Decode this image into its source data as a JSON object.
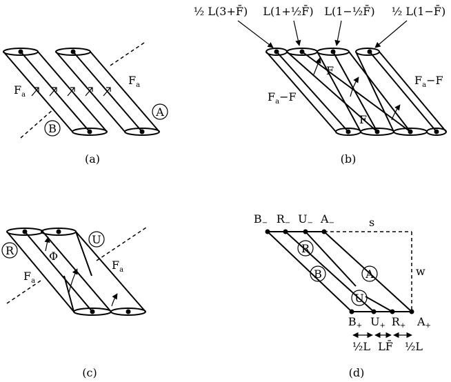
{
  "panels": {
    "a": {
      "caption": "(a)",
      "label_fa_left": "F",
      "label_fa_left_sub": "a",
      "label_fa_right": "F",
      "label_fa_right_sub": "a",
      "circle_a": "A",
      "circle_b": "B"
    },
    "b": {
      "caption": "(b)",
      "top_labels": [
        {
          "text": "½ L(3+F̄)"
        },
        {
          "text": "L(1+½F̄)"
        },
        {
          "text": "L(1−½F̄)"
        },
        {
          "text": "½ L(1−F̄)"
        }
      ],
      "label_f1": "F",
      "label_f2": "F",
      "label_fa_f_left": "F",
      "label_fa_f_left_sub": "a",
      "label_fa_f_left_tail": "−F",
      "label_fa_f_right": "F",
      "label_fa_f_right_sub": "a",
      "label_fa_f_right_tail": "−F"
    },
    "c": {
      "caption": "(c)",
      "circle_r": "R",
      "circle_u": "U",
      "label_phi": "Φ",
      "label_fa_left": "F",
      "label_fa_left_sub": "a",
      "label_fa_right": "F",
      "label_fa_right_sub": "a"
    },
    "d": {
      "caption": "(d)",
      "top_points": [
        {
          "text": "B",
          "sub": "−"
        },
        {
          "text": "R",
          "sub": "−"
        },
        {
          "text": "U",
          "sub": "−"
        },
        {
          "text": "A",
          "sub": "−"
        }
      ],
      "bottom_points": [
        {
          "text": "B",
          "sub": "+"
        },
        {
          "text": "U",
          "sub": "+"
        },
        {
          "text": "R",
          "sub": "+"
        },
        {
          "text": "A",
          "sub": "+"
        }
      ],
      "label_s": "s",
      "label_w": "w",
      "circle_r": "R",
      "circle_a": "A",
      "circle_b": "B",
      "circle_u": "U",
      "dim_left": "½L",
      "dim_mid": "LF̄",
      "dim_right": "½L"
    }
  }
}
